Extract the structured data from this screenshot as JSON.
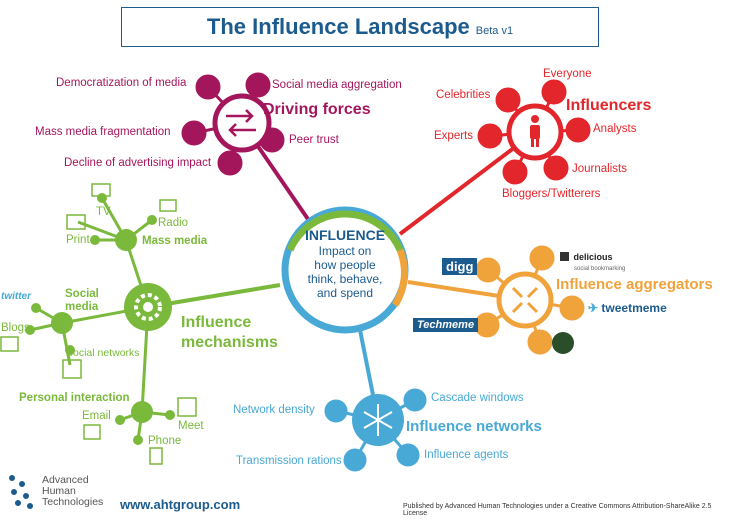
{
  "title": "The Influence Landscape",
  "beta": "Beta v1",
  "colors": {
    "driving": "#a4165c",
    "influencers": "#e3262b",
    "aggregators": "#f0a23b",
    "networks": "#48a9d6",
    "mechanisms": "#7ab93b",
    "center": "#1c5b8e"
  },
  "center": {
    "heading": "INFLUENCE",
    "line1": "Impact on",
    "line2": "how people",
    "line3": "think, behave,",
    "line4": "and spend"
  },
  "driving_forces": {
    "title": "Driving forces",
    "items": [
      "Democratization of media",
      "Social media aggregation",
      "Mass media fragmentation",
      "Peer trust",
      "Decline of advertising impact"
    ]
  },
  "influencers": {
    "title": "Influencers",
    "items": [
      "Everyone",
      "Celebrities",
      "Analysts",
      "Experts",
      "Journalists",
      "Bloggers/Twitterers"
    ]
  },
  "aggregators": {
    "title": "Influence aggregators",
    "logos": [
      "digg",
      "delicious",
      "social bookmarking",
      "tweetmeme",
      "Techmeme"
    ]
  },
  "networks": {
    "title": "Influence networks",
    "items": [
      "Network density",
      "Cascade windows",
      "Influence agents",
      "Transmission rations"
    ]
  },
  "mechanisms": {
    "title_line1": "Influence",
    "title_line2": "mechanisms",
    "mass_media": "Mass media",
    "mass_media_items": [
      "TV",
      "Radio",
      "Print"
    ],
    "social_media_line1": "Social",
    "social_media_line2": "media",
    "social_media_items": [
      "twitter",
      "Blogs",
      "Social networks"
    ],
    "personal_interaction": "Personal interaction",
    "personal_items": [
      "Email",
      "Meet",
      "Phone"
    ]
  },
  "footer": {
    "company_line1": "Advanced",
    "company_line2": "Human",
    "company_line3": "Technologies",
    "url": "www.ahtgroup.com",
    "note": "Published by Advanced Human Technologies under a Creative Commons Attribution-ShareAlike 2.5 License"
  }
}
